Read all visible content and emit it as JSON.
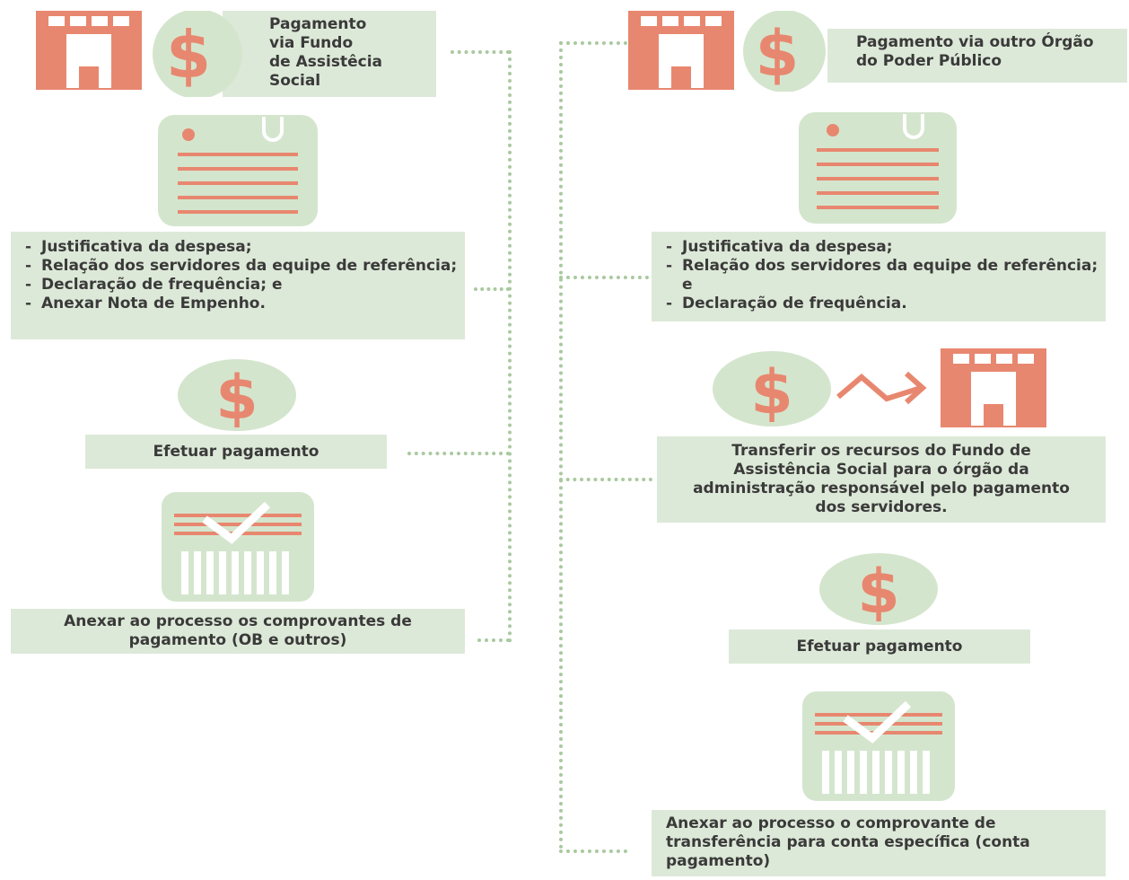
{
  "left": {
    "header": "Pagamento via Fundo de Assistêcia Social",
    "header_lines": [
      "Pagamento",
      "via Fundo",
      "de Assistêcia",
      "Social"
    ],
    "documents": [
      "Justificativa da despesa;",
      "Relação dos servidores da equipe de referência;",
      "Declaração de frequência; e",
      "Anexar Nota de Empenho."
    ],
    "pay_label": "Efetuar pagamento",
    "attach_label": "Anexar ao processo os comprovantes de pagamento (OB e outros)"
  },
  "right": {
    "header": "Pagamento via outro Órgão do Poder Público",
    "documents": [
      "Justificativa da despesa;",
      "Relação dos servidores da equipe de referência; e",
      "Declaração de frequência."
    ],
    "transfer_label": "Transferir os recursos do Fundo de Assistência Social para o órgão da administração responsável pelo pagamento dos servidores.",
    "pay_label": "Efetuar pagamento",
    "attach_label": "Anexar ao processo o comprovante de transferência para conta específica (conta pagamento)"
  },
  "icons": {
    "building": "building-icon",
    "dollar": "dollar-coin-icon",
    "document": "clipboard-document-icon",
    "receipt": "receipt-check-icon",
    "arrow": "transfer-arrow-icon"
  },
  "colors": {
    "salmon": "#e8876f",
    "green_box": "#dde9d8",
    "green_circle": "#d4e5cd",
    "dotted": "#a9c99f",
    "text": "#3a3a3a"
  }
}
